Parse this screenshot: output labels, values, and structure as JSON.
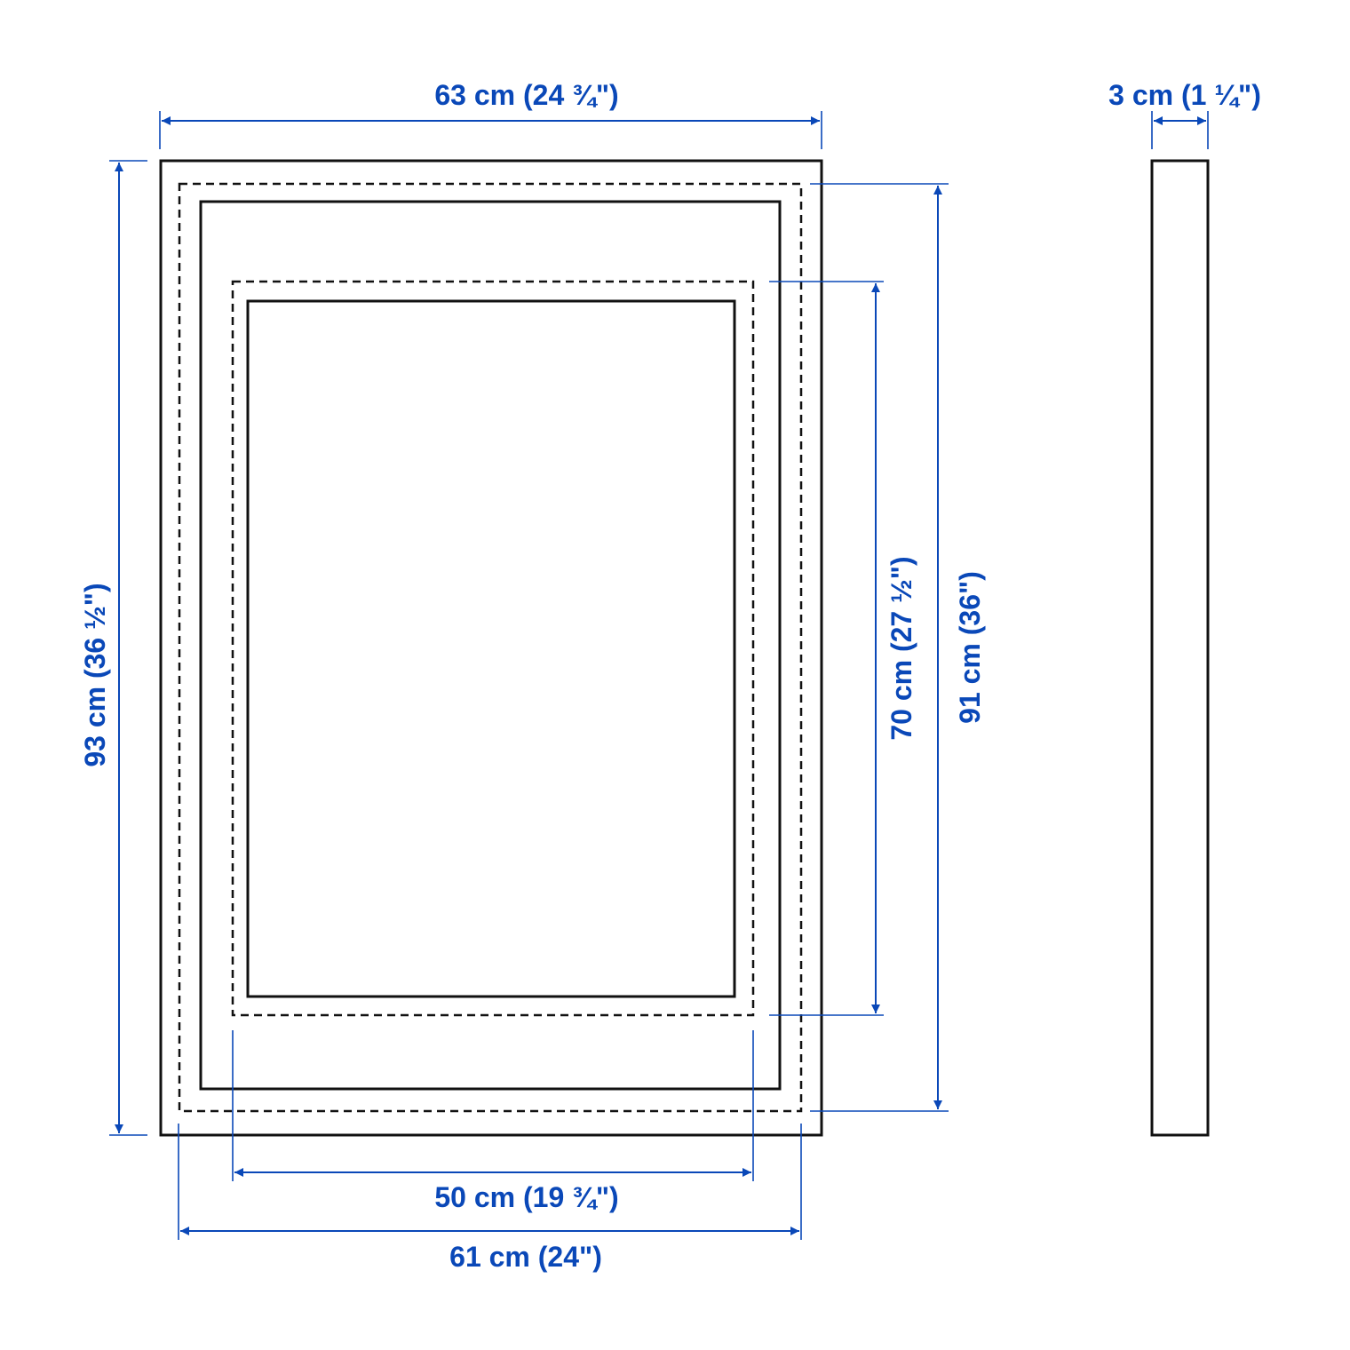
{
  "dimensions": {
    "outer_width": "63 cm (24 ¾\")",
    "outer_height": "93 cm (36 ½\")",
    "inner_height": "91 cm (36\")",
    "picture_height": "70 cm (27 ½\")",
    "picture_width": "50 cm (19 ¾\")",
    "inner_width": "61 cm (24\")",
    "depth": "3 cm (1 ¼\")"
  },
  "colors": {
    "dimension": "#0a48b8",
    "outline": "#111111"
  }
}
